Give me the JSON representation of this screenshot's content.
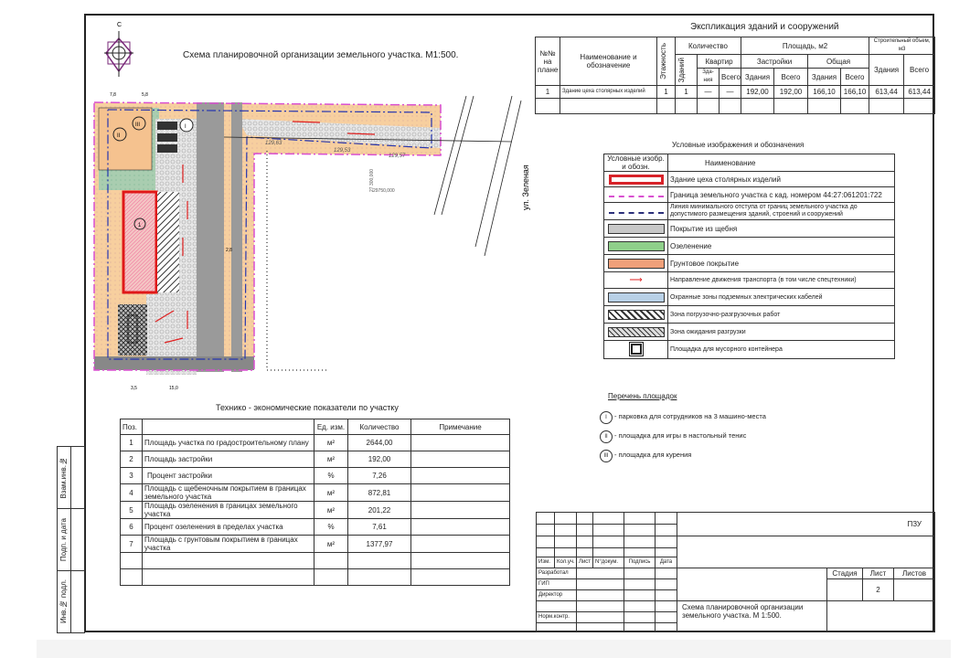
{
  "plan": {
    "title": "Схема планировочной организации земельного участка. М1:500.",
    "compass_label": "С",
    "street_label": "ул. Зеленая",
    "dims": [
      "7,8",
      "5,8",
      "15,0",
      "3,5",
      "2,8",
      "129,53",
      "129,57",
      "129,63"
    ],
    "zone_labels": [
      "I",
      "II",
      "III",
      "1"
    ],
    "coords": [
      "27 300,000",
      "29750,000"
    ]
  },
  "explication": {
    "title": "Экспликация зданий и сооружений",
    "headers": {
      "num": "№№ на плане",
      "name": "Наименование и обозначение",
      "floors": "Этажность",
      "quantity": "Количество",
      "buildings": "Зданий",
      "apartments": "Квартир",
      "apt_building": "Зда-ния",
      "total": "Всего",
      "area": "Площадь, м2",
      "built": "Застройки",
      "general": "Общая",
      "building": "Здания",
      "volume": "Строительный объем, м3"
    },
    "rows": [
      [
        "1",
        "Здание цеха столярных изделий",
        "1",
        "1",
        "—",
        "—",
        "192,00",
        "192,00",
        "166,10",
        "166,10",
        "613,44",
        "613,44"
      ]
    ]
  },
  "legend": {
    "title": "Условные изображения и обозначения",
    "header_symbol": "Условные изобр. и обозн.",
    "header_name": "Наименование",
    "items": [
      {
        "icon": "building-outline",
        "label": "Здание цеха столярных изделий"
      },
      {
        "icon": "boundary-line",
        "label": "Граница земельного участка с кад. номером 44:27:061201:722"
      },
      {
        "icon": "setback-line",
        "label": "Линия минимального отступа от границ земельного участка до допустимого размещения зданий, строений и сооружений"
      },
      {
        "icon": "gravel-swatch",
        "label": "Покрытие из щебня"
      },
      {
        "icon": "greenery-swatch",
        "label": "Озеленение"
      },
      {
        "icon": "soil-swatch",
        "label": "Грунтовое покрытие"
      },
      {
        "icon": "arrow-right",
        "label": "Направление движения транспорта (в том числе спецтехники)"
      },
      {
        "icon": "cable-zone-swatch",
        "label": "Охранные зоны подземных электрических кабелей"
      },
      {
        "icon": "hatch-swatch",
        "label": "Зона погрузочно-разгрузочных работ"
      },
      {
        "icon": "crosshatch-swatch",
        "label": "Зона ожидания разгрузки"
      },
      {
        "icon": "container-icon",
        "label": "Площадка для мусорного контейнера"
      }
    ],
    "colors": {
      "building": "#d8232a",
      "boundary": "#d94fd0",
      "setback": "#2b2f7a",
      "gravel": "#c8c8c8",
      "green": "#8fcf8a",
      "soil": "#f0a07a",
      "cable": "#b8d0e6"
    }
  },
  "sites": {
    "title": "Перечень площадок",
    "items": [
      {
        "mark": "I",
        "label": "- парковка для сотрудников на 3 машино-места"
      },
      {
        "mark": "II",
        "label": "- площадка для игры в настольный тенис"
      },
      {
        "mark": "III",
        "label": "- площадка для курения"
      }
    ]
  },
  "indicators": {
    "title": "Технико - экономические показатели по участку",
    "headers": [
      "Поз.",
      "",
      "Ед. изм.",
      "Количество",
      "Примечание"
    ],
    "rows": [
      [
        "1",
        "Площадь участка по градостроительному плану",
        "м²",
        "2644,00",
        ""
      ],
      [
        "2",
        "Площадь застройки",
        "м²",
        "192,00",
        ""
      ],
      [
        "3",
        "Процент застройки",
        "%",
        "7,26",
        ""
      ],
      [
        "4",
        "Площадь с щебеночным покрытием в границах земельного участка",
        "м²",
        "872,81",
        ""
      ],
      [
        "5",
        "Площадь озеленения в границах земельного участка",
        "м²",
        "201,22",
        ""
      ],
      [
        "6",
        "Процент озеленения в пределах участка",
        "%",
        "7,61",
        ""
      ],
      [
        "7",
        "Площадь с грунтовым покрытием в границах участка",
        "м²",
        "1377,97",
        ""
      ]
    ]
  },
  "stamp": {
    "code": "ПЗУ",
    "cols": [
      "Изм.",
      "Кол.уч.",
      "Лист",
      "N°докум.",
      "Подпись",
      "Дата"
    ],
    "roles": [
      "Разработал",
      "ГИП",
      "Директор",
      "",
      "Норм.контр."
    ],
    "stage_label": "Стадия",
    "sheet_label": "Лист",
    "sheets_label": "Листов",
    "sheet": "2",
    "doc_title": "Схема планировочной организации земельного участка. М 1:500."
  },
  "side_strip": [
    "Взам.инв.№",
    "Подп. и дата",
    "Инв.№ подл."
  ]
}
